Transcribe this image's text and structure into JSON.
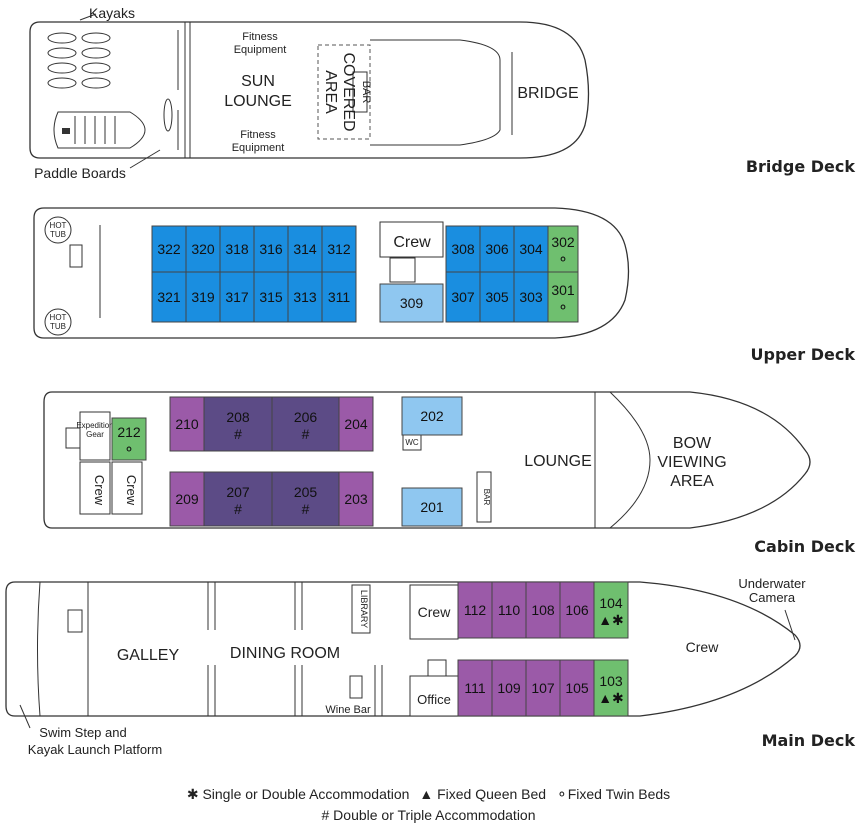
{
  "decks": {
    "bridge": {
      "title": "Bridge Deck",
      "labels": {
        "kayaks": "Kayaks",
        "paddle_boards": "Paddle Boards",
        "fitness_top": "Fitness Equipment",
        "fitness_bottom": "Fitness Equipment",
        "sun_lounge": "SUN LOUNGE",
        "covered_area": "COVERED AREA",
        "bar": "BAR",
        "bridge": "BRIDGE"
      }
    },
    "upper": {
      "title": "Upper Deck",
      "labels": {
        "hot_tub_1": "HOT TUB",
        "hot_tub_2": "HOT TUB",
        "crew": "Crew"
      },
      "cabins_top": [
        "322",
        "320",
        "318",
        "316",
        "314",
        "312"
      ],
      "cabins_bottom": [
        "321",
        "319",
        "317",
        "315",
        "313",
        "311"
      ],
      "cabins_fwd_top": [
        "308",
        "306",
        "304"
      ],
      "cabins_fwd_bottom": [
        "307",
        "305",
        "303"
      ],
      "cabin_302": "302",
      "cabin_301": "301",
      "cabin_309": "309"
    },
    "cabin": {
      "title": "Cabin Deck",
      "labels": {
        "expedition_gear": "Expedition Gear",
        "crew_1": "Crew",
        "crew_2": "Crew",
        "wc": "WC",
        "bar": "BAR",
        "lounge": "LOUNGE",
        "bow_viewing": "BOW VIEWING AREA"
      },
      "cabin_212": "212",
      "cabin_210": "210",
      "cabin_208": "208",
      "cabin_206": "206",
      "cabin_204": "204",
      "cabin_209": "209",
      "cabin_207": "207",
      "cabin_205": "205",
      "cabin_203": "203",
      "cabin_202": "202",
      "cabin_201": "201",
      "hash": "#"
    },
    "main": {
      "title": "Main Deck",
      "labels": {
        "galley": "GALLEY",
        "dining_room": "DINING ROOM",
        "library": "LIBRARY",
        "wine_bar": "Wine Bar",
        "crew_mid": "Crew",
        "office": "Office",
        "crew_bow": "Crew",
        "underwater_camera": "Underwater Camera",
        "swim_step": "Swim Step and Kayak Launch Platform"
      },
      "cabins_top": [
        "112",
        "110",
        "108",
        "106"
      ],
      "cabins_bottom": [
        "111",
        "109",
        "107",
        "105"
      ],
      "cabin_104": "104",
      "cabin_103": "103",
      "queen_star": "▲✱"
    }
  },
  "legend": {
    "single_double": "✱ Single or Double Accommodation",
    "queen": "▲ Fixed Queen Bed",
    "twin": "⚬Fixed Twin Beds",
    "double_triple": "# Double or Triple Accommodation"
  },
  "colors": {
    "blue": "#1a8ee0",
    "light_blue": "#8fc7f0",
    "green": "#6fbf6f",
    "purple": "#9b5aa8",
    "dark_purple": "#5c4b86"
  }
}
